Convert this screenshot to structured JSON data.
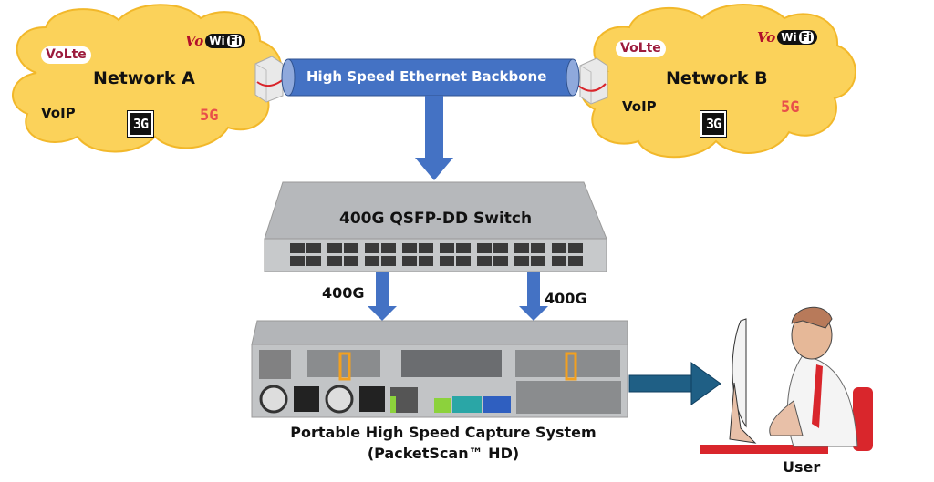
{
  "diagram": {
    "backbone": {
      "label": "High Speed Ethernet Backbone"
    },
    "network_a": {
      "title": "Network A",
      "services": {
        "volte": "VoLte",
        "vowifi_vo": "Vo",
        "vowifi_wi": "Wi",
        "vowifi_fi": "Fi",
        "voip": "VoIP",
        "g3": "3G",
        "g5": "5G"
      }
    },
    "network_b": {
      "title": "Network B",
      "services": {
        "volte": "VoLte",
        "vowifi_vo": "Vo",
        "vowifi_wi": "Wi",
        "vowifi_fi": "Fi",
        "voip": "VoIP",
        "g3": "3G",
        "g5": "5G"
      }
    },
    "switch": {
      "label": "400G QSFP-DD Switch"
    },
    "links": {
      "left_speed": "400G",
      "right_speed": "400G"
    },
    "capture_system": {
      "line1": "Portable High Speed Capture System",
      "line2": "(PacketScan™ HD)"
    },
    "user": {
      "label": "User"
    },
    "colors": {
      "cloud": "#fbd25a",
      "cloud_edge": "#f2b82a",
      "backbone": "#4472c4",
      "arrow": "#4472c4",
      "user_arrow": "#1f5f85",
      "accent_red": "#d9262c"
    }
  }
}
